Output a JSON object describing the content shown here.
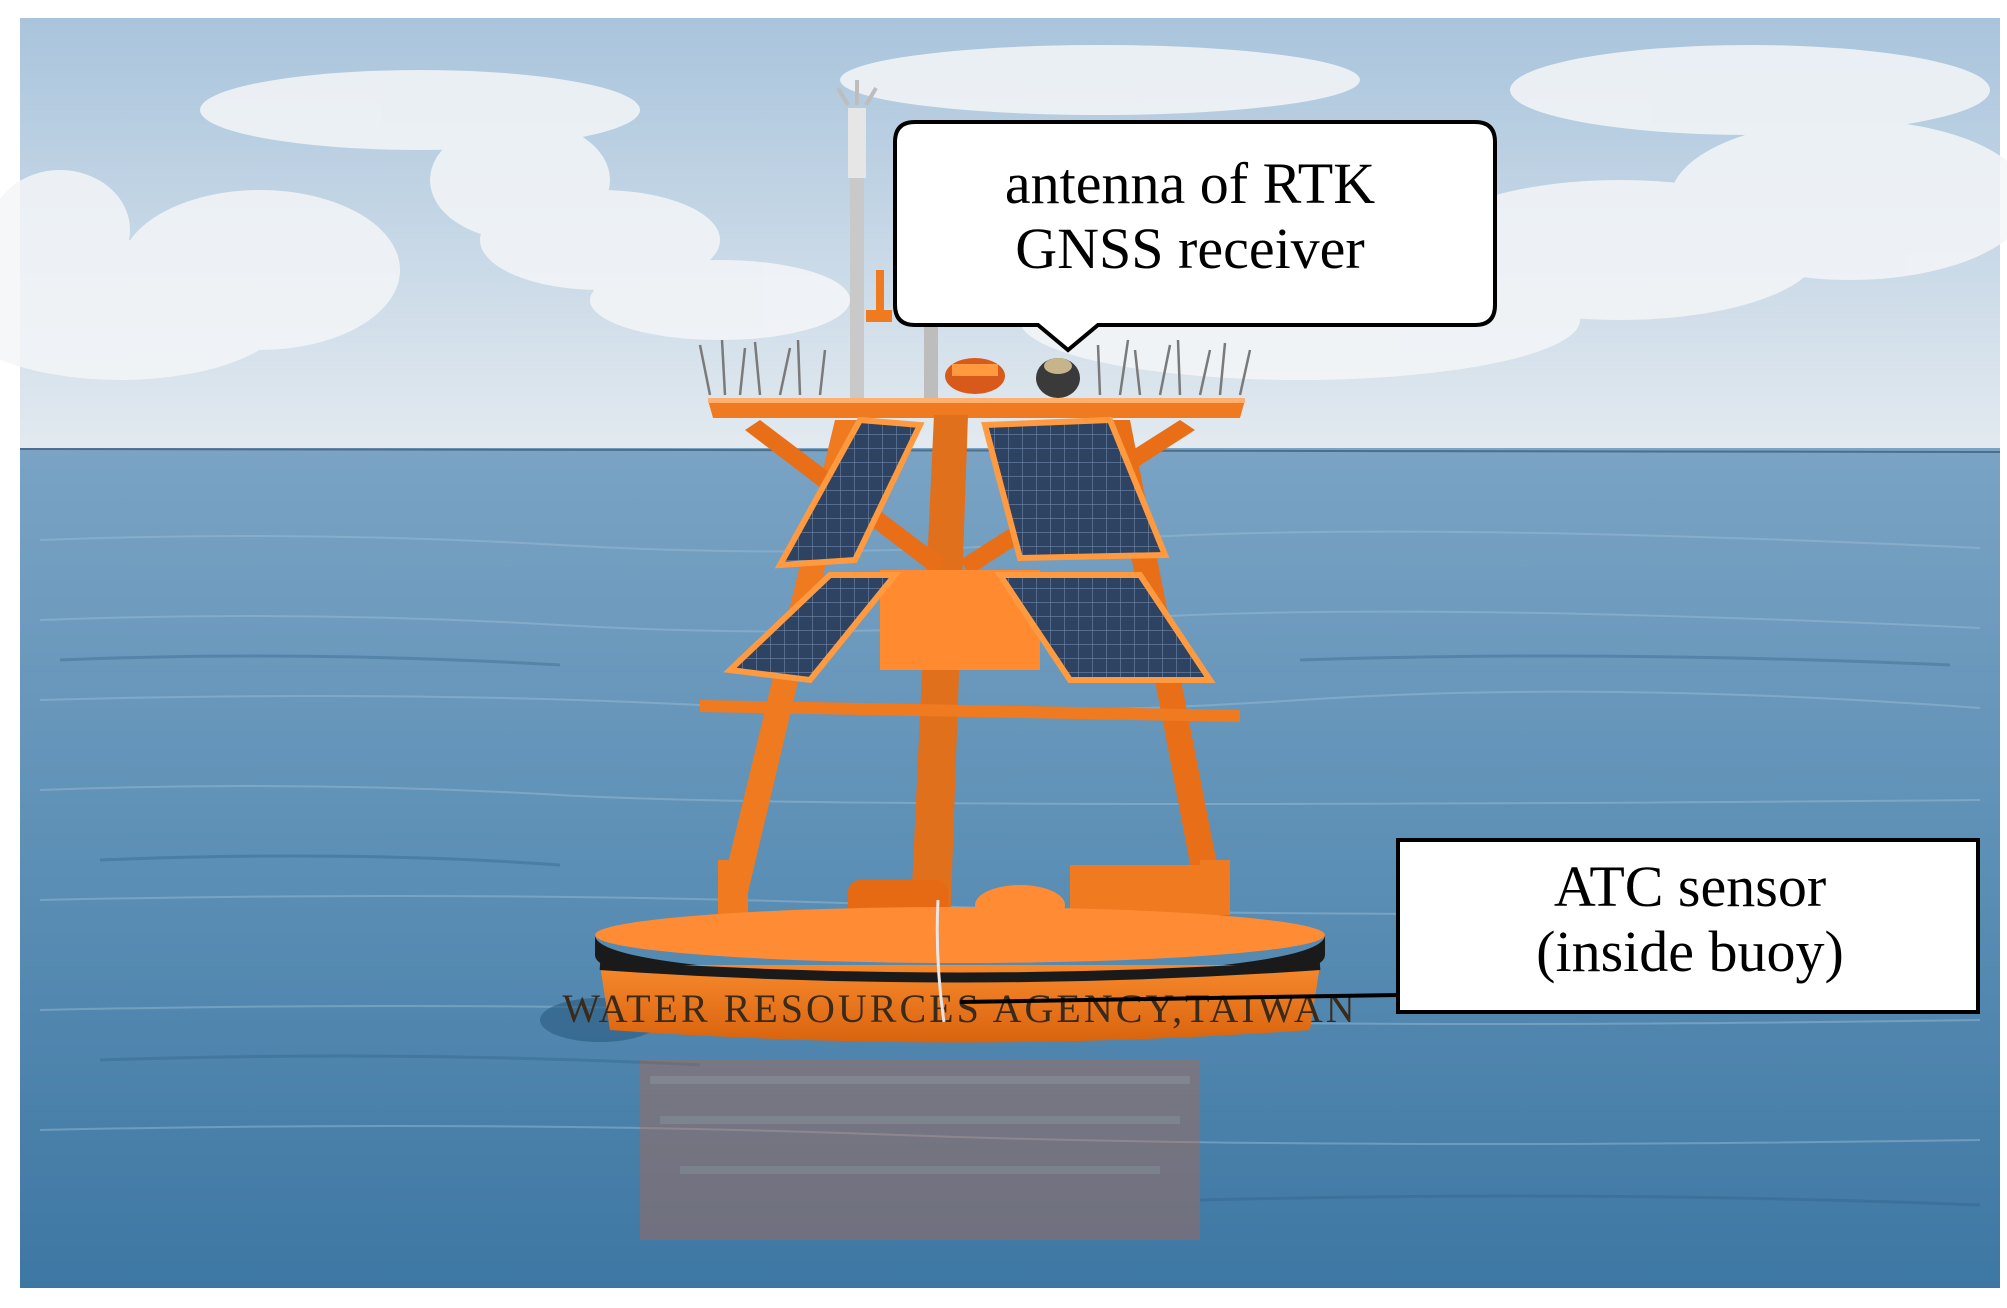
{
  "callouts": {
    "gnss": {
      "line1": "antenna of RTK",
      "line2": "GNSS receiver"
    },
    "atc": {
      "line1": "ATC sensor",
      "line2": "(inside buoy)"
    }
  },
  "buoy": {
    "hull_text": "WATER RESOURCES AGENCY,TAIWAN"
  },
  "colors": {
    "sky_top": "#a9c4dc",
    "sky_bottom": "#dfe8ef",
    "sea_top": "#6f9cbf",
    "sea_bottom": "#3f7aa6",
    "buoy_orange": "#f07a20",
    "buoy_dark": "#1a1a1a",
    "panel_blue": "#2b3c57",
    "callout_border": "#000000"
  }
}
